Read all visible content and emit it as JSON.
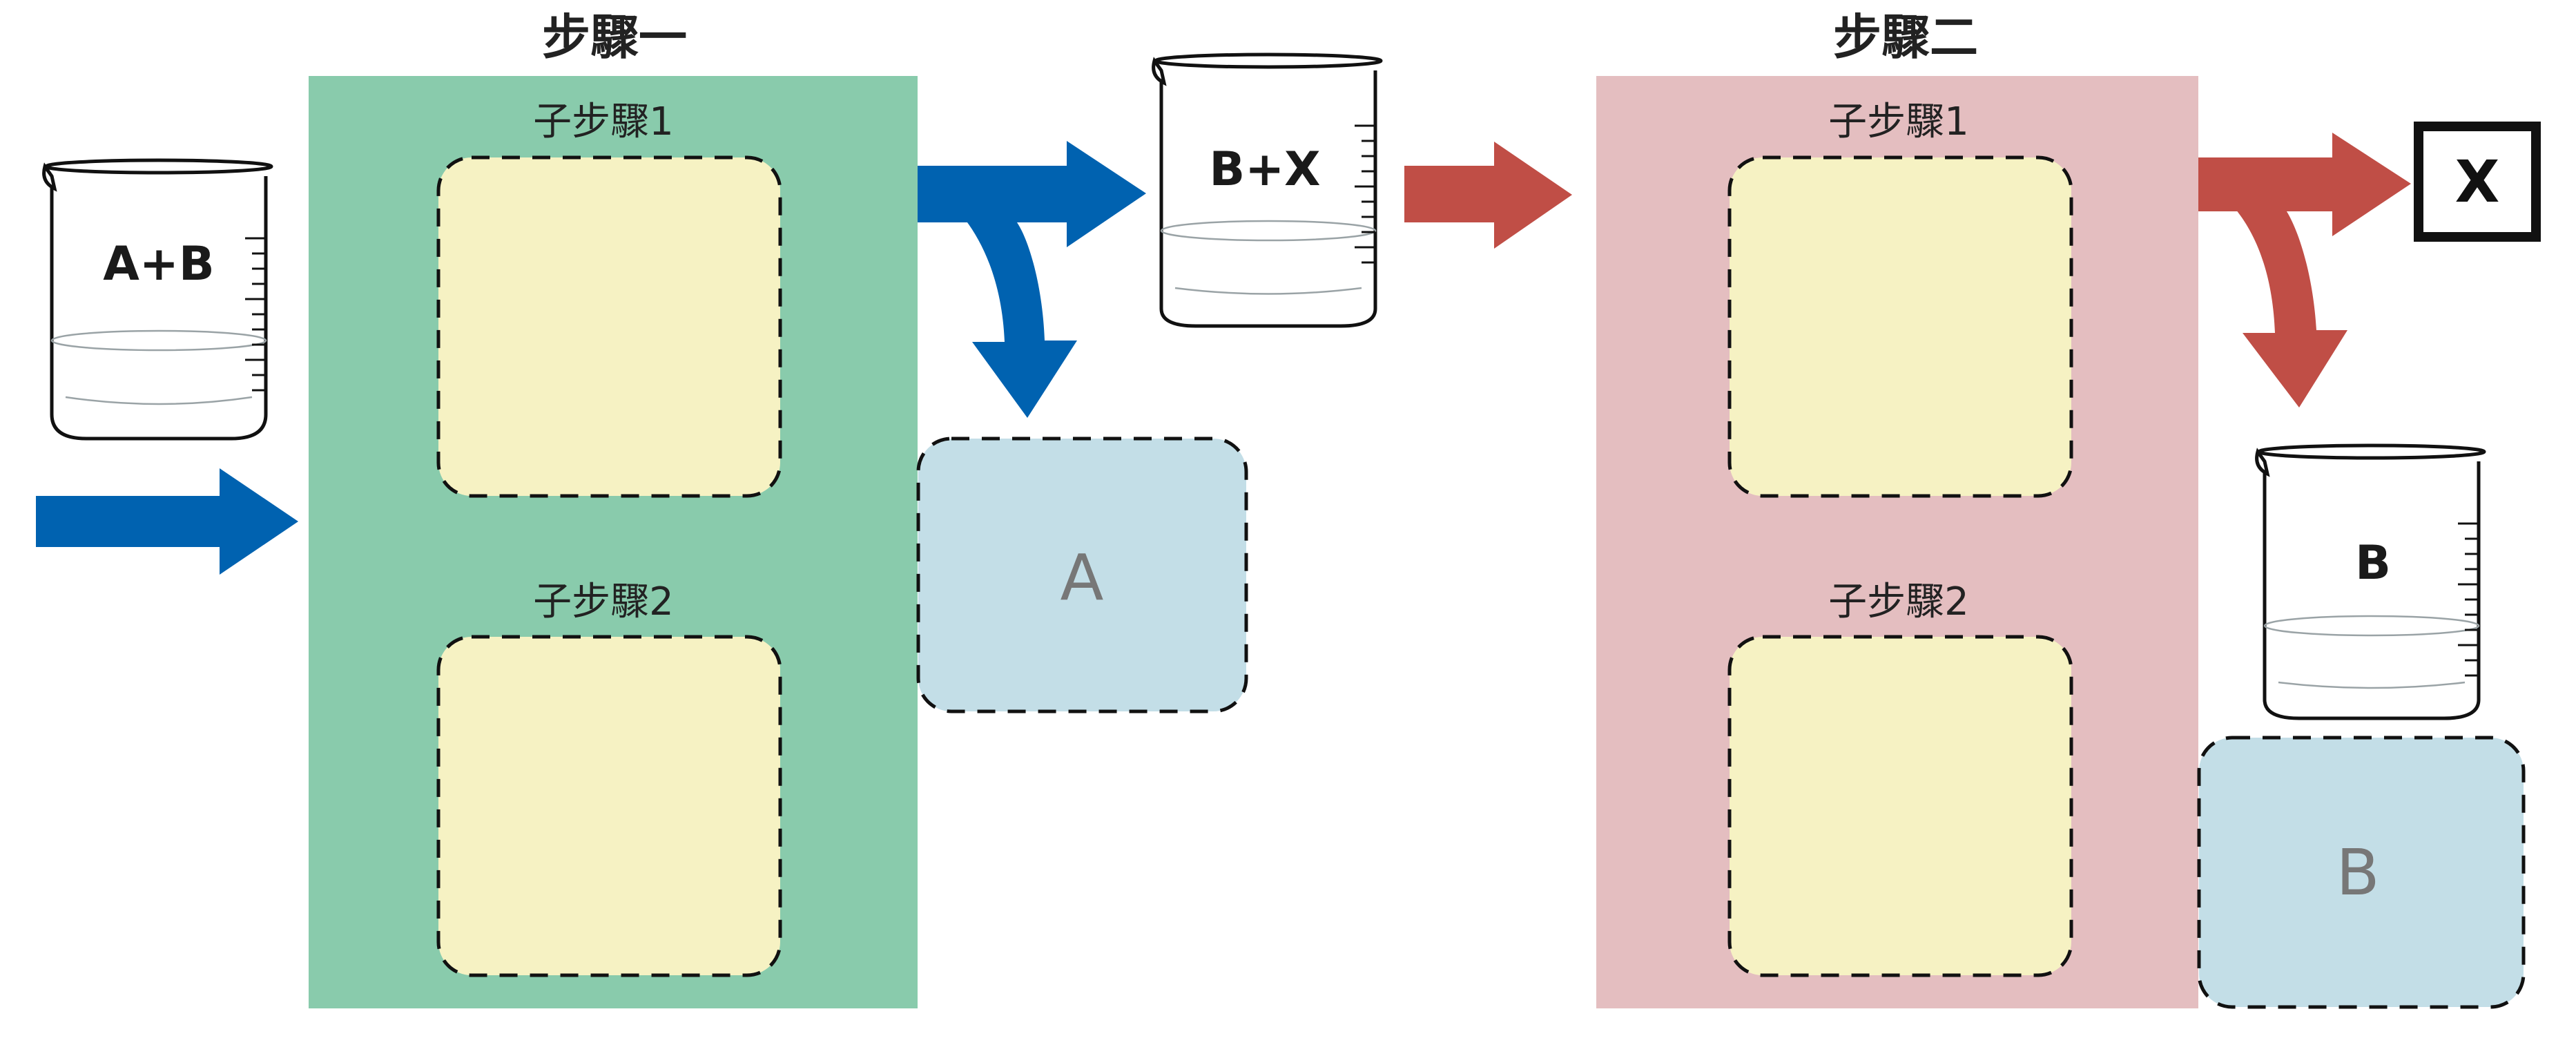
{
  "colors": {
    "step1_panel": "#89cbac",
    "step2_panel": "#e4bec0",
    "sub_box": "#f6f2c3",
    "output_box": "#c3dee7",
    "blue_arrow": "#0062b0",
    "red_arrow": "#c04e46"
  },
  "steps": [
    {
      "title": "步驟一",
      "substeps": [
        "子步驟1",
        "子步驟2"
      ]
    },
    {
      "title": "步驟二",
      "substeps": [
        "子步驟1",
        "子步驟2"
      ]
    }
  ],
  "beakers": {
    "input": "A+B",
    "middle": "B+X",
    "final": "B"
  },
  "outputs": {
    "step1_out": "A",
    "step2_out": "B",
    "step2_product": "X"
  },
  "icons": [
    "beaker-icon",
    "arrow-right-icon",
    "split-arrow-icon"
  ]
}
